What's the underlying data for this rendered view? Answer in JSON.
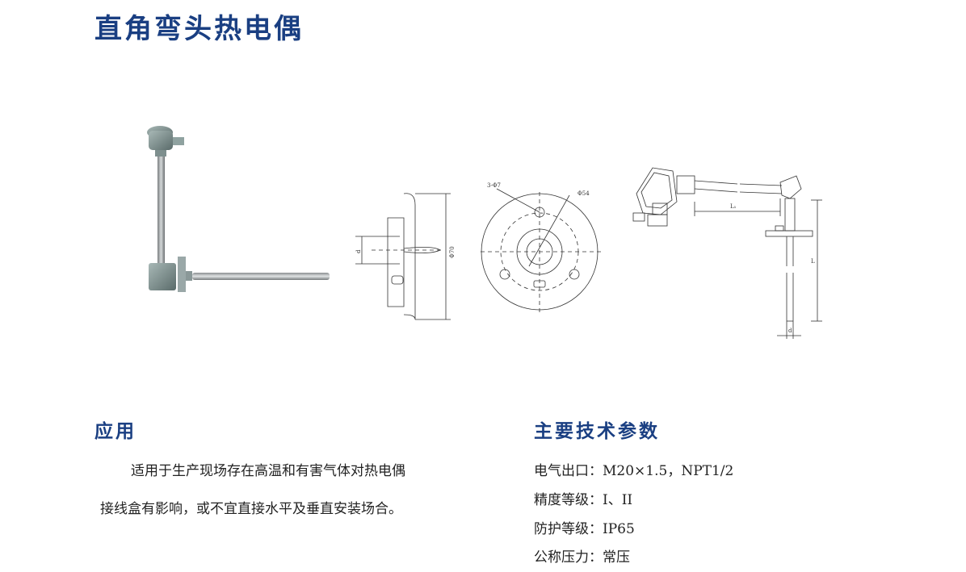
{
  "page": {
    "title": "直角弯头热电偶"
  },
  "application": {
    "heading": "应用",
    "line1": "适用于生产现场存在高温和有害气体对热电偶",
    "line2": "接线盒有影响，或不宜直接水平及垂直安装场合。"
  },
  "specs": {
    "heading": "主要技术参数",
    "rows": [
      {
        "label": "电气出口：",
        "value": "M20×1.5，NPT1/2"
      },
      {
        "label": "精度等级：",
        "value": "I、II"
      },
      {
        "label": "防护等级：",
        "value": "IP65"
      },
      {
        "label": "公称压力：",
        "value": "常压"
      }
    ]
  },
  "drawing": {
    "flange_side": {
      "d": "d",
      "phi70": "Φ70"
    },
    "flange_front": {
      "holes": "3-Φ7",
      "phi54": "Φ54"
    },
    "assembly": {
      "L1": "L₁",
      "L": "L",
      "d": "d"
    }
  },
  "colors": {
    "heading": "#1a3f82",
    "text": "#222222"
  }
}
